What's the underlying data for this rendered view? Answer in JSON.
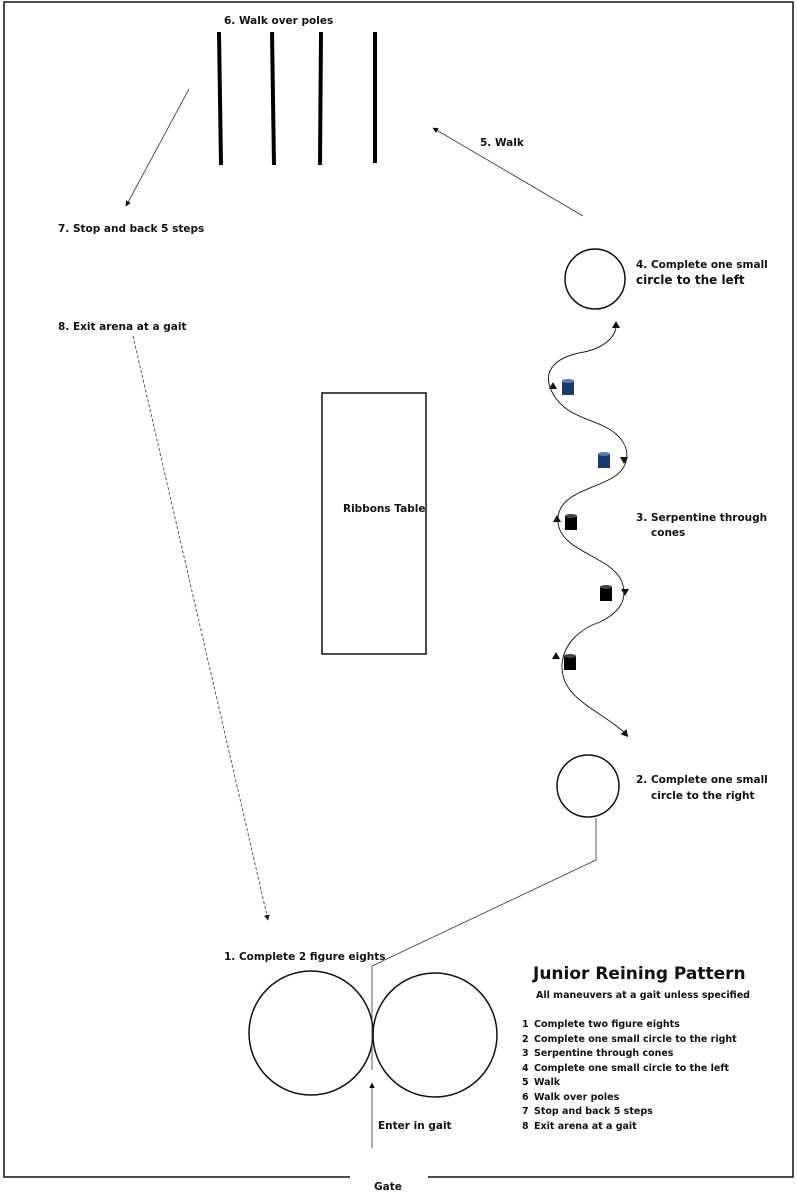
{
  "title": "Junior Reining Pattern",
  "subtitle": "All maneuvers at a gait unless specified",
  "labels": {
    "step1": "1. Complete 2 figure eights",
    "step2_line1": "2. Complete one small",
    "step2_line2": "circle to the right",
    "step3_line1": "3. Serpentine through",
    "step3_line2": "cones",
    "step4_line1": "4. Complete one small",
    "step4_line2": "circle to the left",
    "step5": "5. Walk",
    "step6": "6. Walk over poles",
    "step7": "7. Stop and back 5 steps",
    "step8": "8. Exit arena at a gait",
    "ribbons_table": "Ribbons Table",
    "enter": "Enter in gait",
    "gate": "Gate"
  },
  "steps": [
    {
      "num": "1",
      "text": "Complete two figure eights"
    },
    {
      "num": "2",
      "text": "Complete one small circle to the right"
    },
    {
      "num": "3",
      "text": "Serpentine through cones"
    },
    {
      "num": "4",
      "text": "Complete one small circle to the left"
    },
    {
      "num": "5",
      "text": "Walk"
    },
    {
      "num": "6",
      "text": "Walk over poles"
    },
    {
      "num": "7",
      "text": "Stop and back 5 steps"
    },
    {
      "num": "8",
      "text": "Exit arena at a gait"
    }
  ],
  "colors": {
    "line": "#111111",
    "cone_top": "#1a3a6b",
    "cone_body": "#000000"
  }
}
